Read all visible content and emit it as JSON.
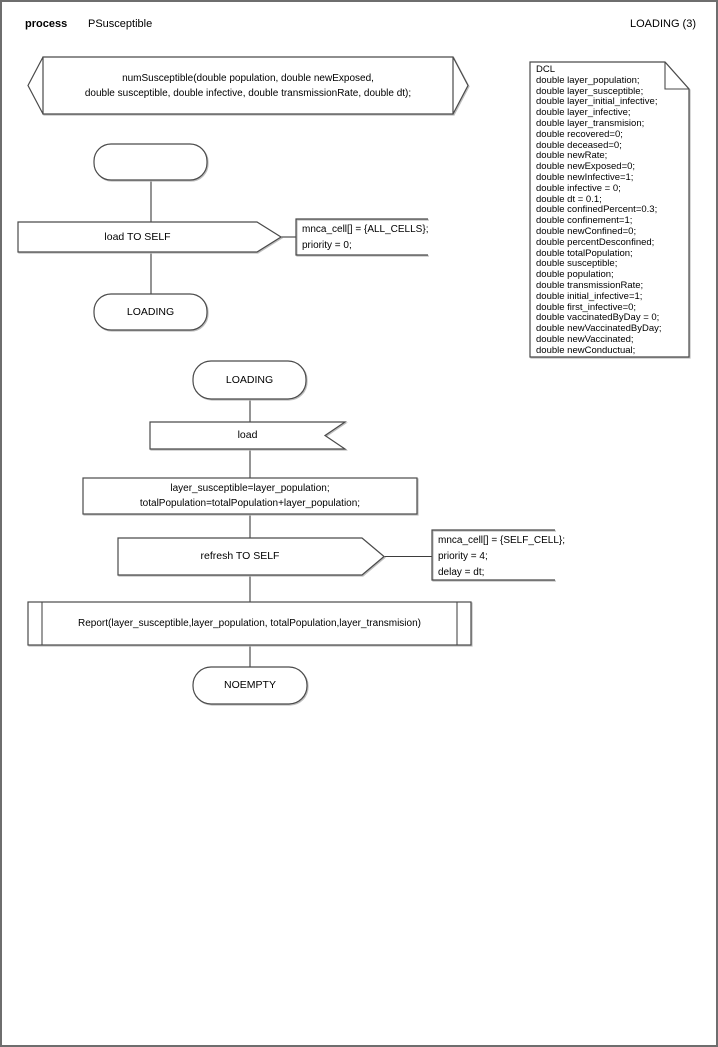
{
  "header": {
    "kind_label": "process",
    "process_name": "PSusceptible",
    "page_label": "LOADING (3)"
  },
  "procedure_declaration": {
    "line1": "numSusceptible(double population, double newExposed,",
    "line2": "double susceptible, double infective, double transmissionRate, double dt);"
  },
  "nodes": {
    "start_state": {
      "label": ""
    },
    "load_output": {
      "label": "load TO SELF"
    },
    "loading_state_1": {
      "label": "LOADING"
    },
    "loading_state_2": {
      "label": "LOADING"
    },
    "load_input": {
      "label": "load"
    },
    "task": {
      "line1": "layer_susceptible=layer_population;",
      "line2": "totalPopulation=totalPopulation+layer_population;"
    },
    "refresh_output": {
      "label": "refresh TO SELF"
    },
    "report_call": {
      "label": "Report(layer_susceptible,layer_population, totalPopulation,layer_transmision)"
    },
    "noempty_state": {
      "label": "NOEMPTY"
    }
  },
  "notes": {
    "load_params": {
      "line1": "mnca_cell[] = {ALL_CELLS};",
      "line2": "priority = 0;"
    },
    "refresh_params": {
      "line1": "mnca_cell[] = {SELF_CELL};",
      "line2": "priority = 4;",
      "line3": "delay = dt;"
    }
  },
  "declarations": {
    "lines": [
      "DCL",
      "double layer_population;",
      "double layer_susceptible;",
      "double layer_initial_infective;",
      "double layer_infective;",
      "double layer_transmision;",
      "double recovered=0;",
      "double deceased=0;",
      "double newRate;",
      "double newExposed=0;",
      "double newInfective=1;",
      "double infective = 0;",
      "double dt = 0.1;",
      "double confinedPercent=0.3;",
      "double confinement=1;",
      "double newConfined=0;",
      "double percentDesconfined;",
      "double totalPopulation;",
      "double susceptible;",
      "double population;",
      "double transmissionRate;",
      "double initial_infective=1;",
      "double first_infective=0;",
      "double vaccinatedByDay = 0;",
      "double newVaccinatedByDay;",
      "double newVaccinated;",
      "double newConductual;"
    ]
  },
  "colors": {
    "background": "#ffffff",
    "diagram_stroke": "#4a4a4a",
    "shadow": "#bdbdbd",
    "page_border": "#6e6e6e",
    "text": "#000000"
  }
}
